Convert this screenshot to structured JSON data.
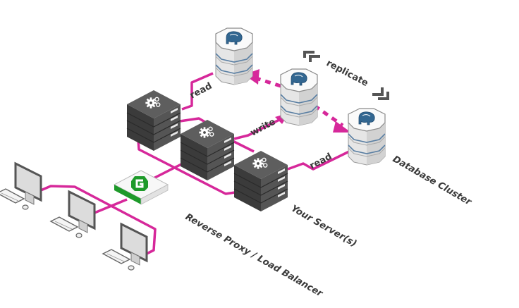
{
  "diagram": {
    "labels": {
      "reverse_proxy": "Reverse Proxy / Load Balancer",
      "servers": "Your Server(s)",
      "database_cluster": "Database Cluster",
      "replicate": "replicate",
      "read_top": "read",
      "write": "write",
      "read_right": "read"
    },
    "nodes": {
      "clients": [
        "client-1",
        "client-2",
        "client-3"
      ],
      "proxy": {
        "logo": "G"
      },
      "servers": [
        "server-1",
        "server-2",
        "server-3"
      ],
      "databases": [
        "db-replica-top",
        "db-primary",
        "db-replica-right"
      ]
    },
    "colors": {
      "link": "#d6289a",
      "server_dark": "#4a4a4a",
      "proxy_green": "#1e9a2a",
      "db_blue": "#336791",
      "label": "#3a3a3a"
    }
  }
}
